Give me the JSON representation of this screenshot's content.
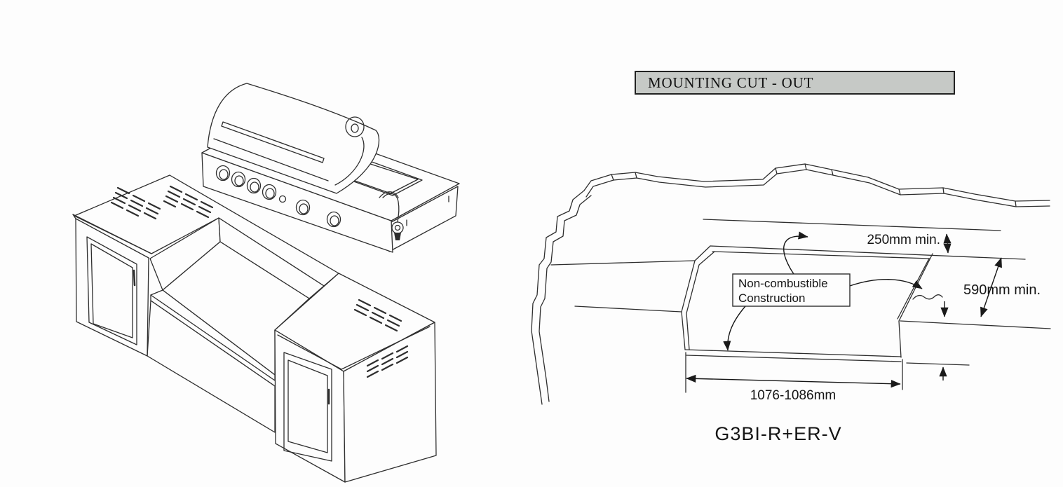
{
  "page": {
    "background": "#fdfdfd"
  },
  "title_box": {
    "label": "MOUNTING CUT - OUT",
    "fill": "#c6c9c6",
    "border": "#222222"
  },
  "cutout_figure": {
    "dim_back_clearance": "250mm min.",
    "dim_depth": "590mm min.",
    "dim_width": "1076-1086mm",
    "note_line1": "Non-combustible",
    "note_line2": "Construction",
    "model_caption": "G3BI-R+ER-V"
  },
  "colors": {
    "line": "#2e2e2e",
    "text": "#151515",
    "title_fill": "#c6c9c6"
  }
}
